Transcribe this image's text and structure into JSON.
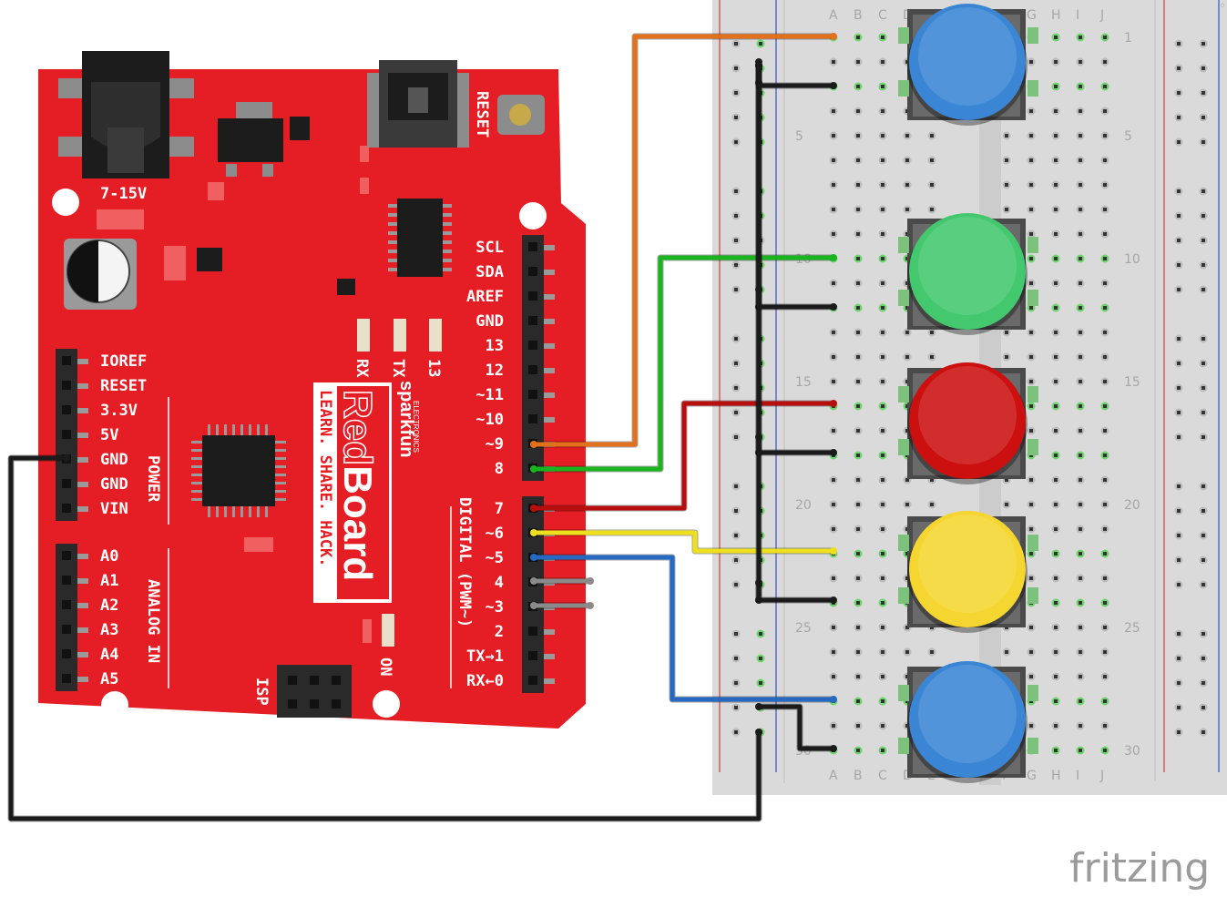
{
  "board": {
    "name_small": "sparkfun",
    "electronics": "ELECTRONICS",
    "name_red": "Red",
    "name_board": "Board",
    "tagline": "LEARN. SHARE. HACK.",
    "power_jack": "7-15V",
    "reset": "RESET",
    "isp": "ISP",
    "on": "ON",
    "rx_led": "RX",
    "tx_led": "TX",
    "led13": "13",
    "digital_label": "DIGITAL (PWM~)",
    "power_label": "POWER",
    "analog_label": "ANALOG IN",
    "left_pins": [
      "IOREF",
      "RESET",
      "3.3V",
      "5V",
      "GND",
      "GND",
      "VIN"
    ],
    "analog_pins": [
      "A0",
      "A1",
      "A2",
      "A3",
      "A4",
      "A5"
    ],
    "right_top_pins": [
      "SCL",
      "SDA",
      "AREF",
      "GND",
      "13",
      "12",
      "~11",
      "~10",
      "~9",
      "8"
    ],
    "right_bottom_pins": [
      "7",
      "~6",
      "~5",
      "4",
      "~3",
      "2",
      "TX→1",
      "RX←0"
    ]
  },
  "breadboard": {
    "columns_top": [
      "A",
      "B",
      "C",
      "D",
      "E",
      "F",
      "G",
      "H",
      "I",
      "J"
    ],
    "columns_bottom": [
      "A",
      "B",
      "C",
      "D",
      "E",
      "F",
      "G",
      "H",
      "I",
      "J"
    ],
    "row_numbers": [
      "1",
      "5",
      "10",
      "15",
      "20",
      "25",
      "30"
    ]
  },
  "buttons": [
    {
      "name": "blue",
      "color": "#3a86d4"
    },
    {
      "name": "green",
      "color": "#44c86e"
    },
    {
      "name": "red",
      "color": "#cc1010"
    },
    {
      "name": "yellow",
      "color": "#f5d630"
    },
    {
      "name": "blue",
      "color": "#3a86d4"
    }
  ],
  "wire_colors": {
    "orange": "#e3701a",
    "green": "#19b41e",
    "red": "#b80e0e",
    "yellow": "#eee01c",
    "blue": "#2569c3",
    "black": "#1b1b1b"
  },
  "watermark": "fritzing"
}
